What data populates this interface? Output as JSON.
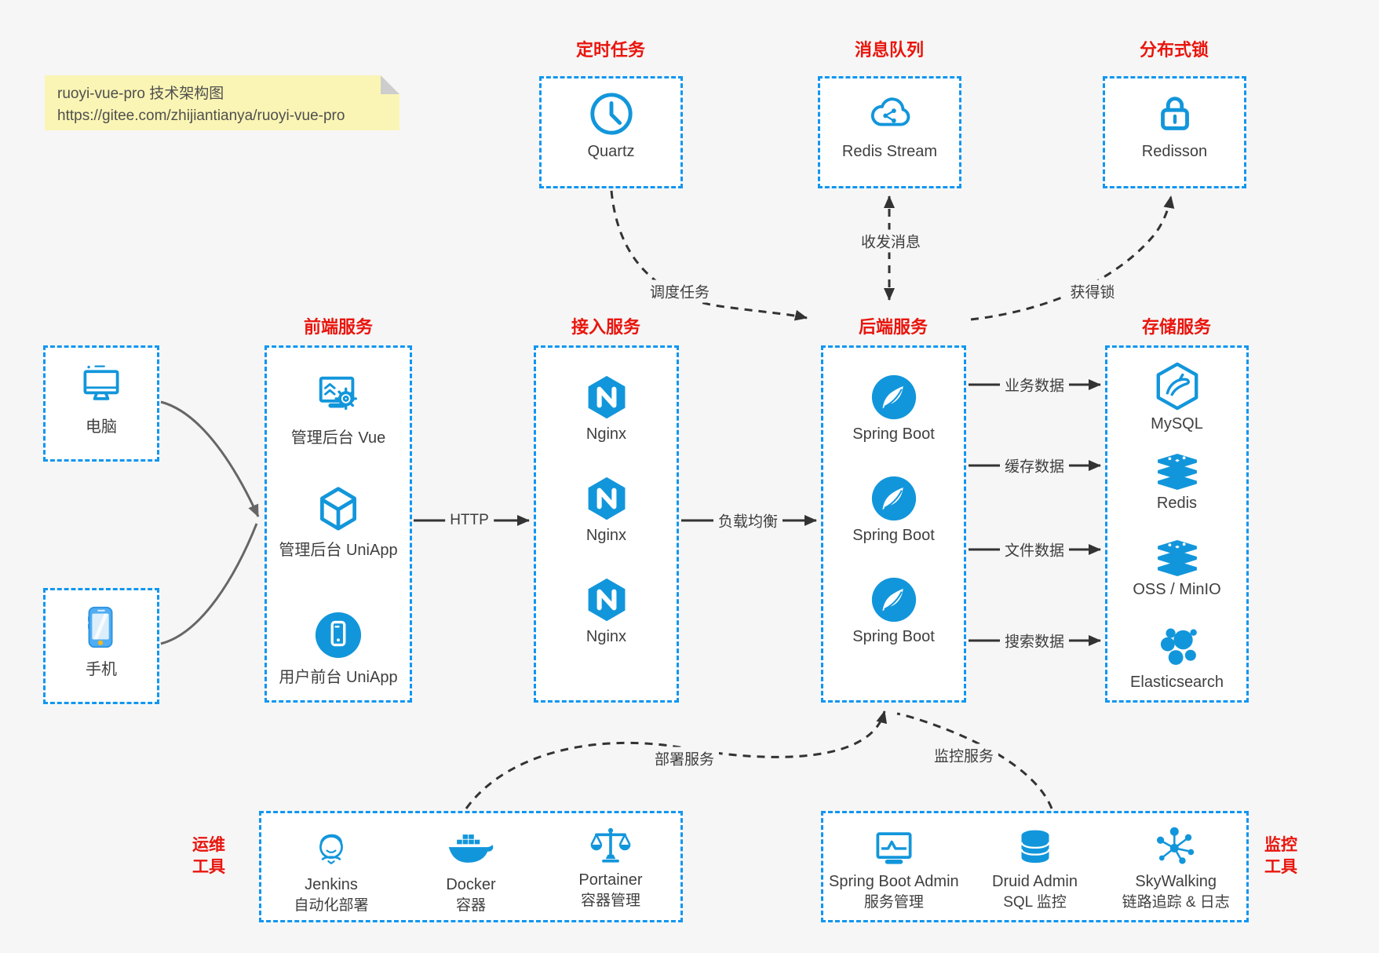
{
  "colors": {
    "accent_blue": "#1196f0",
    "icon_blue": "#1296db",
    "title_red": "#e9150d",
    "arrow_dark": "#333333",
    "arrow_gray": "#666666",
    "note_bg": "#faf5b4",
    "canvas_bg": "#f6f6f6",
    "box_bg": "#ffffff"
  },
  "note": {
    "line1": "ruoyi-vue-pro 技术架构图",
    "line2": "https://gitee.com/zhijiantianya/ruoyi-vue-pro"
  },
  "top_groups": [
    {
      "title": "定时任务",
      "item": {
        "label": "Quartz",
        "icon": "clock-icon"
      }
    },
    {
      "title": "消息队列",
      "item": {
        "label": "Redis Stream",
        "icon": "cloud-stream-icon"
      }
    },
    {
      "title": "分布式锁",
      "item": {
        "label": "Redisson",
        "icon": "lock-icon"
      }
    }
  ],
  "clients": [
    {
      "label": "电脑",
      "icon": "desktop-icon"
    },
    {
      "label": "手机",
      "icon": "smartphone-icon"
    }
  ],
  "columns": [
    {
      "title": "前端服务",
      "items": [
        {
          "label": "管理后台 Vue",
          "icon": "admin-vue-icon"
        },
        {
          "label": "管理后台 UniApp",
          "icon": "uniapp-cube-icon"
        },
        {
          "label": "用户前台 UniApp",
          "icon": "user-app-icon"
        }
      ]
    },
    {
      "title": "接入服务",
      "items": [
        {
          "label": "Nginx",
          "icon": "nginx-icon"
        },
        {
          "label": "Nginx",
          "icon": "nginx-icon"
        },
        {
          "label": "Nginx",
          "icon": "nginx-icon"
        }
      ]
    },
    {
      "title": "后端服务",
      "items": [
        {
          "label": "Spring Boot",
          "icon": "spring-boot-icon"
        },
        {
          "label": "Spring Boot",
          "icon": "spring-boot-icon"
        },
        {
          "label": "Spring Boot",
          "icon": "spring-boot-icon"
        }
      ]
    },
    {
      "title": "存储服务",
      "items": [
        {
          "label": "MySQL",
          "icon": "mysql-icon"
        },
        {
          "label": "Redis",
          "icon": "redis-icon"
        },
        {
          "label": "OSS / MinIO",
          "icon": "storage-stack-icon"
        },
        {
          "label": "Elasticsearch",
          "icon": "elasticsearch-icon"
        }
      ]
    }
  ],
  "bottom_groups": [
    {
      "title_line1": "运维",
      "title_line2": "工具",
      "items": [
        {
          "name": "Jenkins",
          "desc": "自动化部署",
          "icon": "jenkins-icon"
        },
        {
          "name": "Docker",
          "desc": "容器",
          "icon": "docker-icon"
        },
        {
          "name": "Portainer",
          "desc": "容器管理",
          "icon": "portainer-icon"
        }
      ]
    },
    {
      "title_line1": "监控",
      "title_line2": "工具",
      "items": [
        {
          "name": "Spring Boot Admin",
          "desc": "服务管理",
          "icon": "spring-boot-admin-icon"
        },
        {
          "name": "Druid Admin",
          "desc": "SQL 监控",
          "icon": "druid-icon"
        },
        {
          "name": "SkyWalking",
          "desc": "链路追踪 & 日志",
          "icon": "skywalking-icon"
        }
      ]
    }
  ],
  "edge_labels": {
    "http": "HTTP",
    "load_balance": "负载均衡",
    "schedule_task": "调度任务",
    "send_receive_message": "收发消息",
    "acquire_lock": "获得锁",
    "business_data": "业务数据",
    "cache_data": "缓存数据",
    "file_data": "文件数据",
    "search_data": "搜索数据",
    "deploy_service": "部署服务",
    "monitor_service": "监控服务"
  }
}
